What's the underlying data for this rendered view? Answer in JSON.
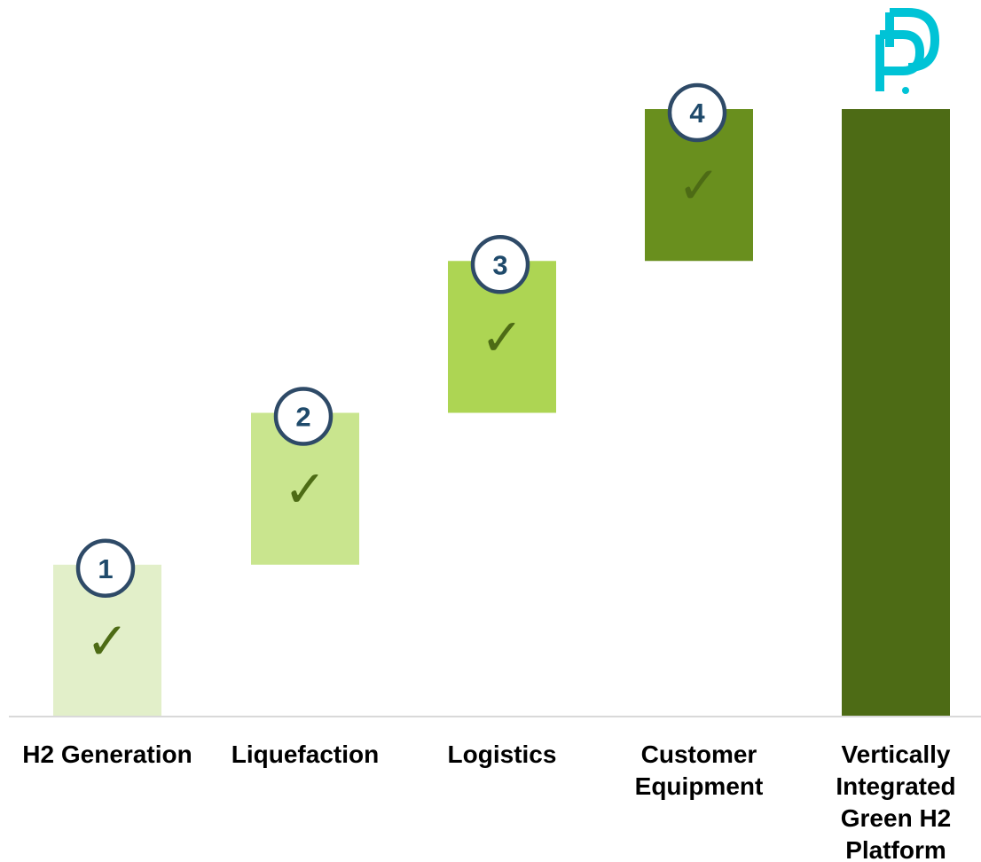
{
  "chart_data": {
    "type": "bar",
    "subtype": "waterfall",
    "categories": [
      "H2 Generation",
      "Liquefaction",
      "Logistics",
      "Customer Equipment",
      "Vertically Integrated Green H2 Platform"
    ],
    "category_lines": [
      [
        "H2 Generation"
      ],
      [
        "Liquefaction"
      ],
      [
        "Logistics"
      ],
      [
        "Customer",
        "Equipment"
      ],
      [
        "Vertically",
        "Integrated",
        "Green H2",
        "Platform"
      ]
    ],
    "series": [
      {
        "values": [
          1,
          1,
          1,
          1,
          4
        ],
        "base": [
          0,
          1,
          2,
          3,
          0
        ],
        "step_numbers": [
          "1",
          "2",
          "3",
          "4",
          ""
        ],
        "checked": [
          true,
          true,
          true,
          true,
          false
        ],
        "colors": [
          "#e2efc9",
          "#c9e58e",
          "#add553",
          "#698f1e",
          "#4d6b15"
        ]
      }
    ],
    "ylim": [
      0,
      4
    ],
    "grid": false,
    "legend": "none",
    "xlabel": "",
    "ylabel": ""
  },
  "colors": {
    "check": "#4d6b15",
    "badge_border": "#2e4a67",
    "badge_text": "#1f4a6b",
    "axis": "#d9d9d9",
    "logo": "#00c3d6"
  },
  "icons": {
    "check": "✓",
    "logo": "company-logo-icon"
  }
}
